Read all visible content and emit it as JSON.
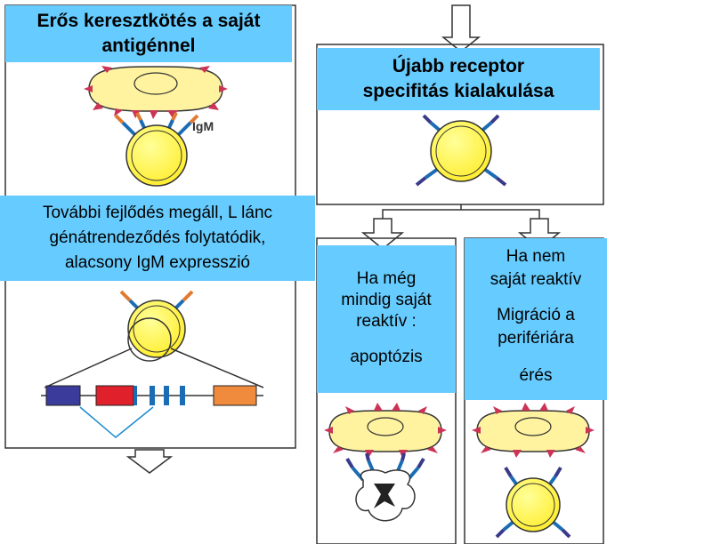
{
  "left_panel": {
    "title_lines": [
      "Erős keresztkötés a saját",
      "antigénnel"
    ],
    "receptor_label": "IgM",
    "result_lines": [
      "További fejlődés megáll, L lánc",
      "génátrendeződés folytatódik,",
      "alacsony IgM expresszió"
    ]
  },
  "right_panel": {
    "title_lines": [
      "Újabb receptor",
      "specifitás kialakulása"
    ],
    "branch_self_reactive": {
      "lines": [
        "Ha még",
        "mindig saját",
        "reaktív :",
        "apoptózis"
      ]
    },
    "branch_not_reactive": {
      "lines": [
        "Ha nem",
        "saját reaktív",
        "Migráció a",
        "perifériára",
        "érés"
      ]
    }
  },
  "colors": {
    "label_bg": "#66ccff",
    "cell_yellow": "#ffff66",
    "antigen_triangle": "#cc3355",
    "receptor_blue": "#1a6db5",
    "receptor_navy": "#3a3a8a",
    "gene_purple": "#3b3b9b",
    "gene_red": "#e0202a",
    "gene_orange": "#f08a3c"
  }
}
